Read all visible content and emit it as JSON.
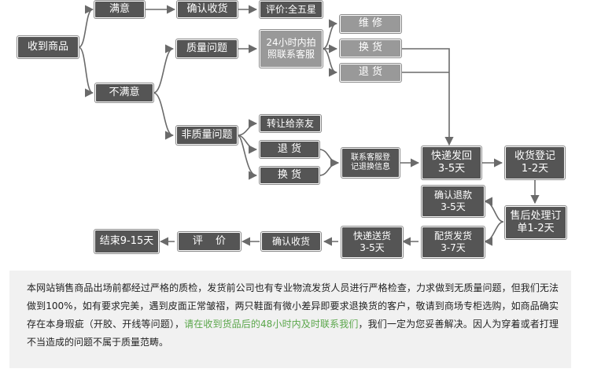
{
  "colors": {
    "dark_box": "#555555",
    "light_box": "#999999",
    "line": "#6a6a6a",
    "highlight_text": "#5aa64a",
    "notice_bg": "#f1f1f1"
  },
  "nodes": {
    "received": "收到商品",
    "satisfied": "满意",
    "confirm_receipt_top": "确认收货",
    "five_star": "评价:全五星",
    "unsatisfied": "不满意",
    "quality_issue": "质量问题",
    "contact_cs_24h": "24小时内拍\n照联系客服",
    "repair": "维 修",
    "exchange_quality": "换 货",
    "return_quality": "退 货",
    "non_quality_issue": "非质量问题",
    "transfer_friend": "转让给亲友",
    "return_nonquality": "退 货",
    "exchange_nonquality": "换 货",
    "contact_register": "联系客服登\n记退换信息",
    "ship_back": "快递发回\n3-5天",
    "receive_register": "收货登记\n1-2天",
    "confirm_refund": "确认退款\n3-5天",
    "after_sales": "售后处理订\n单1-2天",
    "prepare_ship": "配货发货\n3-7天",
    "express_send": "快递送货\n3-5天",
    "confirm_receipt_bottom": "确认收货",
    "review": "评 价",
    "end": "结束9-15天"
  },
  "notice": {
    "text_before": "本网站销售商品出场前都经过严格的质检，发货前公司也有专业物流发货人员进行严格检查，力求做到无质量问题，但我们无法做到100%，如有要求完美，遇到皮面正常皱褶，两只鞋面有微小差异即要求退换货的客户，敬请到商场专柜选购，如商品确实存在本身瑕疵（开胶、开线等问题），",
    "highlight": "请在收到货品后的48小时内及时联系我们",
    "text_after": "，我们一定为您妥善解决。因人为穿着或者打理不当造成的问题不属于质量范畴。"
  }
}
